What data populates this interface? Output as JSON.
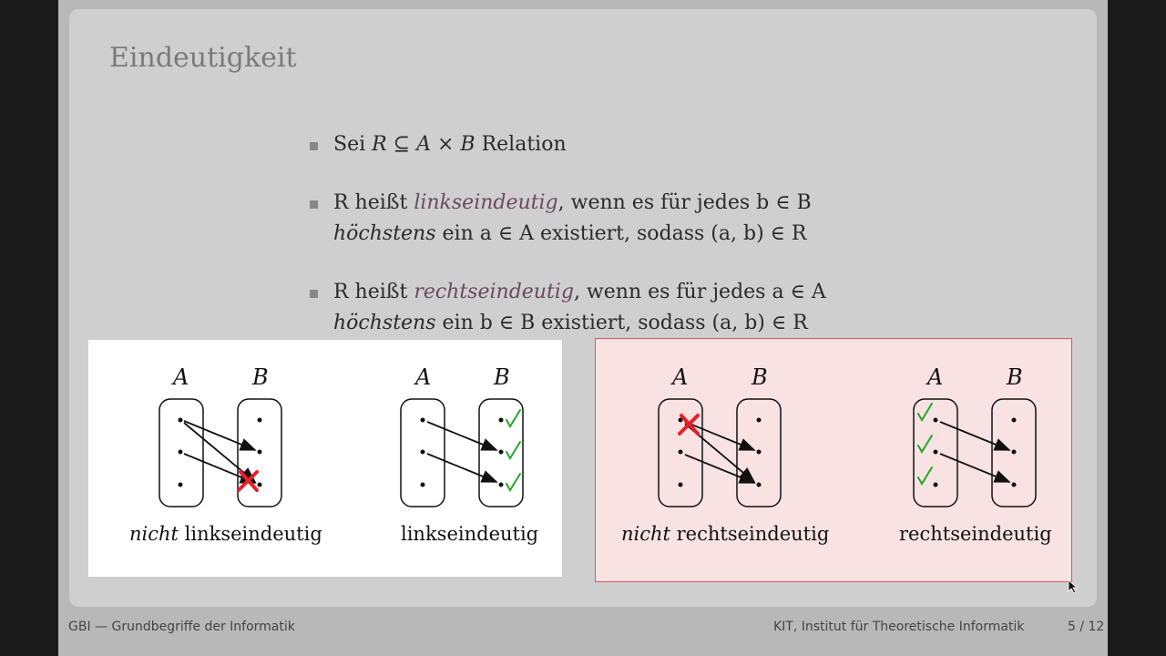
{
  "slide": {
    "title": "Eindeutigkeit",
    "bullets": [
      {
        "pre": "Sei ",
        "math": "R ⊆ A × B",
        "post": " Relation"
      },
      {
        "line1_pre": "R heißt ",
        "term": "linkseindeutig",
        "line1_post": ", wenn es für jedes b ∈ B",
        "line2_em": "höchstens",
        "line2_post": " ein a ∈ A existiert, sodass (a, b) ∈ R"
      },
      {
        "line1_pre": "R heißt ",
        "term": "rechtseindeutig",
        "line1_post": ", wenn es für jedes a ∈ A",
        "line2_em": "höchstens",
        "line2_post": " ein b ∈ B existiert, sodass (a, b) ∈ R"
      }
    ]
  },
  "diagrams": [
    {
      "label_a": "A",
      "label_b": "B",
      "caption_em": "nicht",
      "caption": " linkseindeutig"
    },
    {
      "label_a": "A",
      "label_b": "B",
      "caption_em": "",
      "caption": "linkseindeutig"
    },
    {
      "label_a": "A",
      "label_b": "B",
      "caption_em": "nicht",
      "caption": " rechtseindeutig"
    },
    {
      "label_a": "A",
      "label_b": "B",
      "caption_em": "",
      "caption": "rechtseindeutig"
    }
  ],
  "colors": {
    "cross": "#e8202a",
    "check": "#22aa22",
    "term": "#6b4a5e",
    "panel_border": "#e5525a"
  },
  "footer": {
    "left": "GBI — Grundbegriffe der Informatik",
    "center": "KIT, Institut für Theoretische Informatik",
    "page": "5 / 12"
  }
}
